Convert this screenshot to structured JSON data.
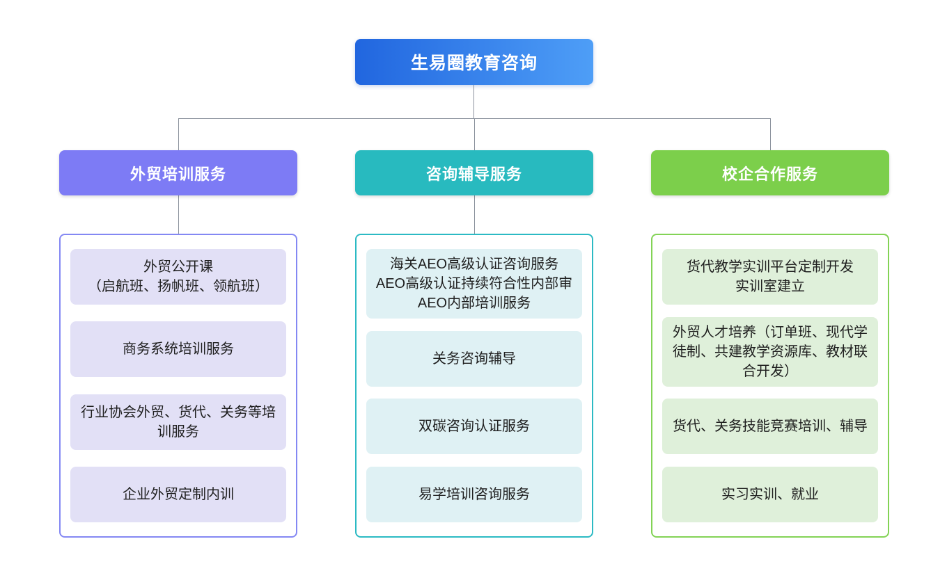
{
  "page": {
    "background": "#FFFFFF",
    "connector_color": "#8A919C"
  },
  "root_node": {
    "label": "生易圈教育咨询",
    "gradient_from": "#2166DF",
    "gradient_to": "#4E9EF7",
    "text_color": "#FFFFFF"
  },
  "branches": [
    {
      "label": "外贸培训服务",
      "header_color": "#7D7BF5",
      "container_border_color": "#8488F3",
      "item_fill_color": "#E2E0F6",
      "header_to_container_connector": true,
      "items": [
        {
          "lines": [
            "外贸公开课",
            "（启航班、扬帆班、领航班）"
          ]
        },
        {
          "lines": [
            "商务系统培训服务"
          ]
        },
        {
          "lines": [
            "行业协会外贸、货代、关务等培训服务"
          ]
        },
        {
          "lines": [
            "企业外贸定制内训"
          ]
        }
      ]
    },
    {
      "label": "咨询辅导服务",
      "header_color": "#28BABF",
      "container_border_color": "#2CBAC4",
      "item_fill_color": "#DFF1F4",
      "header_to_container_connector": true,
      "items": [
        {
          "lines": [
            "海关AEO高级认证咨询服务",
            "AEO高级认证持续符合性内部审",
            "AEO内部培训服务"
          ]
        },
        {
          "lines": [
            "关务咨询辅导"
          ]
        },
        {
          "lines": [
            "双碳咨询认证服务"
          ]
        },
        {
          "lines": [
            "易学培训咨询服务"
          ]
        }
      ]
    },
    {
      "label": "校企合作服务",
      "header_color": "#7CCF4B",
      "container_border_color": "#83D356",
      "item_fill_color": "#DFF0DA",
      "header_to_container_connector": false,
      "items": [
        {
          "lines": [
            "货代教学实训平台定制开发",
            "实训室建立"
          ]
        },
        {
          "lines": [
            "外贸人才培养（订单班、现代学徒制、共建教学资源库、教材联合开发）"
          ]
        },
        {
          "lines": [
            "货代、关务技能竞赛培训、辅导"
          ]
        },
        {
          "lines": [
            "实习实训、就业"
          ]
        }
      ]
    }
  ]
}
